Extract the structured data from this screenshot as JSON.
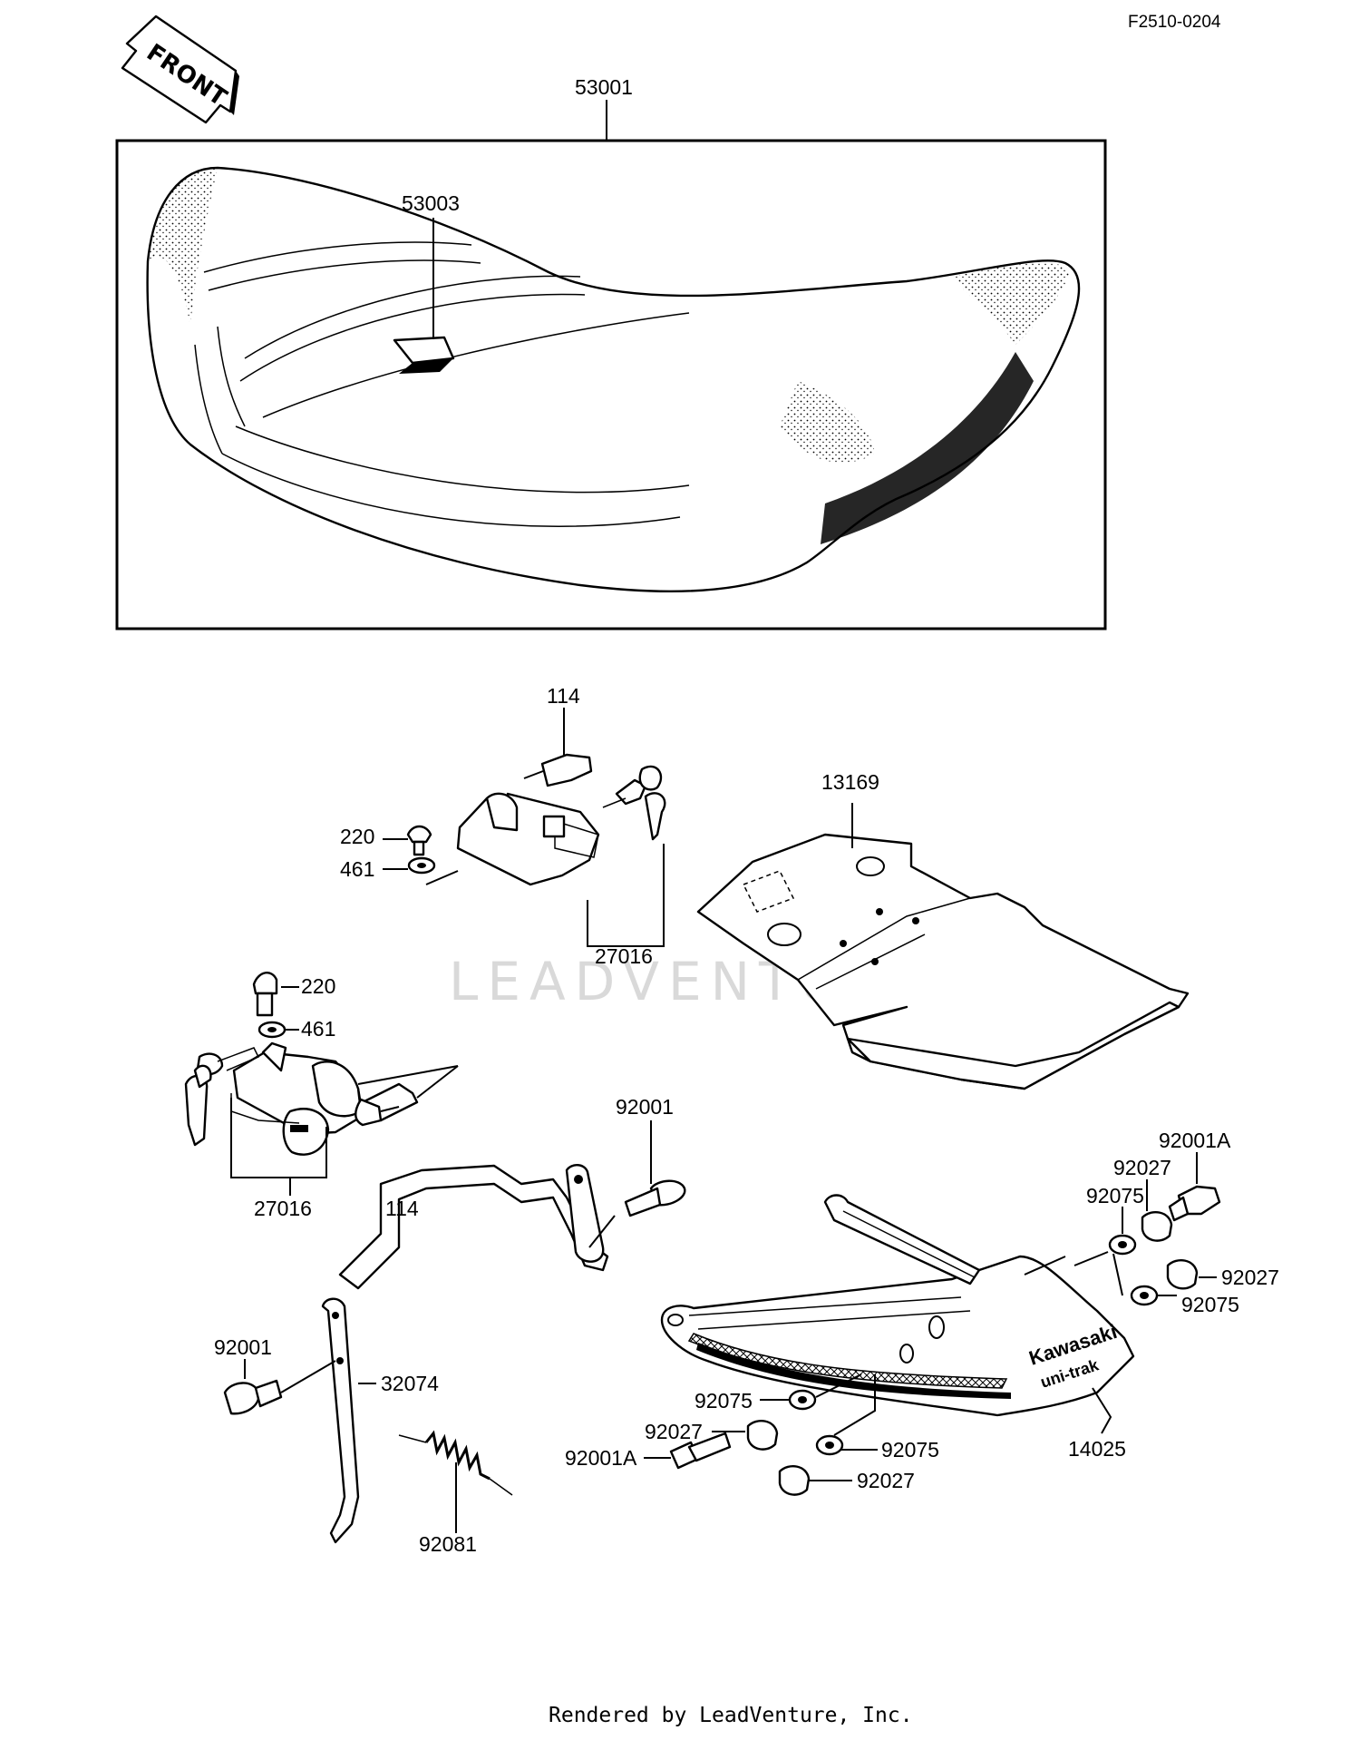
{
  "diagram_code": "F2510-0204",
  "front_arrow_label": "FRONT",
  "watermark": "LEADVENTURE",
  "footer": "Rendered by LeadVenture, Inc.",
  "emblem_text": [
    "Kawasaki",
    "uni-trak"
  ],
  "labels": {
    "seat": "53001",
    "seat_badge": "53003",
    "bolt_upper": "114",
    "screw_upper": "220",
    "washer_upper": "461",
    "lock_upper": "27016",
    "tray": "13169",
    "screw_left": "220",
    "washer_left": "461",
    "lock_left": "27016",
    "bolt_lower": "114",
    "bolt_92001_top": "92001",
    "bolt_92001_left": "92001",
    "hook_rod": "32074",
    "spring": "92081",
    "bolt_92001a_right": "92001A",
    "collar_92027_top": "92027",
    "damper_92075_top": "92075",
    "collar_92027_right": "92027",
    "damper_92075_right": "92075",
    "grab_rail": "14025",
    "damper_92075_left": "92075",
    "collar_92027_left": "92027",
    "bolt_92001a_left": "92001A",
    "damper_92075_bottom": "92075",
    "collar_92027_bottom": "92027"
  }
}
